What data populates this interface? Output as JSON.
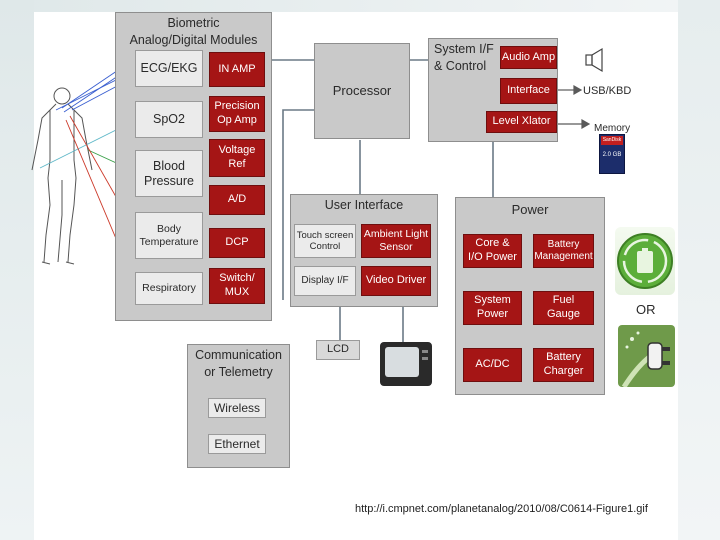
{
  "biometric": {
    "title": "Biometric\nAnalog/Digital Modules",
    "sensors": [
      "ECG/EKG",
      "SpO2",
      "Blood\nPressure",
      "Body\nTemperature",
      "Respiratory"
    ],
    "modules": [
      "IN AMP",
      "Precision\nOp Amp",
      "Voltage\nRef",
      "A/D",
      "DCP",
      "Switch/\nMUX"
    ]
  },
  "processor": {
    "label": "Processor"
  },
  "system_if": {
    "title": "System I/F\n& Control",
    "blocks": [
      "Audio Amp",
      "Interface",
      "Level Xlator"
    ],
    "outputs": {
      "usb": "USB/KBD",
      "memory": "Memory"
    },
    "sd_card": {
      "brand": "SanDisk",
      "capacity": "2.0 GB"
    }
  },
  "user_interface": {
    "title": "User Interface",
    "blocks": [
      "Touch screen\nControl",
      "Ambient Light\nSensor",
      "Display I/F",
      "Video Driver"
    ],
    "lcd": "LCD"
  },
  "power": {
    "title": "Power",
    "blocks": [
      "Core &\nI/O Power",
      "Battery\nManagement",
      "System\nPower",
      "Fuel\nGauge",
      "AC/DC",
      "Battery\nCharger"
    ],
    "or_label": "OR"
  },
  "comm": {
    "title": "Communication\nor Telemetry",
    "blocks": [
      "Wireless",
      "Ethernet"
    ]
  },
  "source_url": "http://i.cmpnet.com/planetanalog/2010/08/C0614-Figure1.gif",
  "colors": {
    "group_fill": "#c9c9c9",
    "red_block": "#a51515",
    "white_block": "#ebebeb",
    "line": "#6b7a86",
    "wire_blue": "#3a5fd0",
    "wire_red": "#cc3a2a",
    "wire_green": "#3aa04a",
    "wire_cyan": "#5fb8c8",
    "recycle_green": "#5cae3a"
  }
}
